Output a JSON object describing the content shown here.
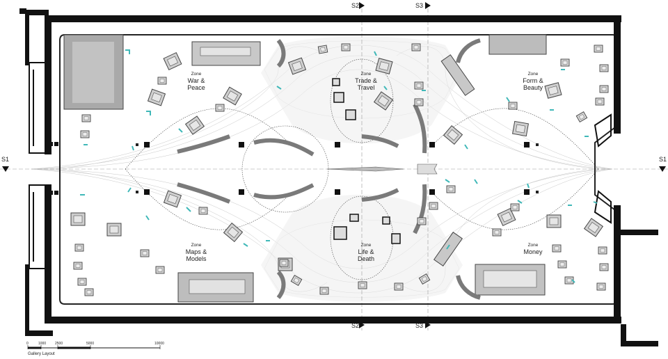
{
  "sections": {
    "top_s2": "S2",
    "top_s3": "S3",
    "bottom_s2": "S2",
    "bottom_s3": "S3",
    "left_s1": "S1",
    "right_s1": "S1"
  },
  "zones": [
    {
      "id": "war",
      "prefix": "Zone",
      "line1": "War &",
      "line2": "Peace"
    },
    {
      "id": "trade",
      "prefix": "Zone",
      "line1": "Trade &",
      "line2": "Travel"
    },
    {
      "id": "form",
      "prefix": "Zone",
      "line1": "Form &",
      "line2": "Beauty"
    },
    {
      "id": "maps",
      "prefix": "Zone",
      "line1": "Maps &",
      "line2": "Models"
    },
    {
      "id": "life",
      "prefix": "Zone",
      "line1": "Life &",
      "line2": "Death"
    },
    {
      "id": "money",
      "prefix": "Zone",
      "line1": "Money",
      "line2": ""
    }
  ],
  "scale": {
    "t0": "0",
    "t1": "1000",
    "t2": "2500",
    "t3": "5000",
    "t4": "10000"
  },
  "caption": "Gallery Layout",
  "colors": {
    "wall": "#111111",
    "case_fill": "#d0d0d0",
    "case_stroke": "#444444",
    "accent": "#3fb8b8",
    "flow": "#c8c8c8"
  }
}
